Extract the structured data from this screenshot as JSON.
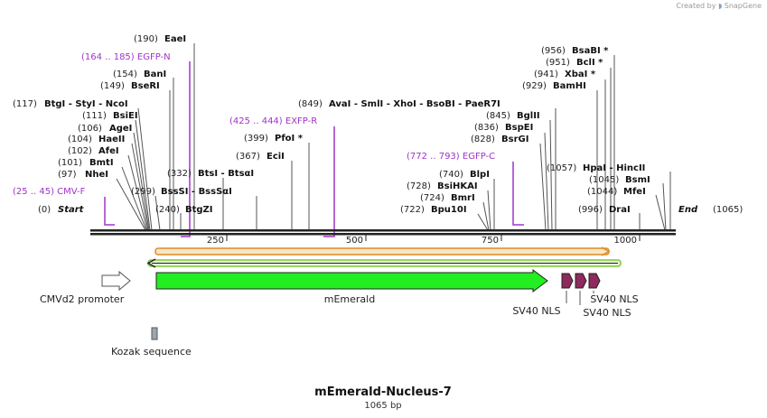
{
  "brand": {
    "prefix": "Created by",
    "name": "SnapGene"
  },
  "plasmid": {
    "name": "mEmerald-Nucleus-7",
    "length_label": "1065 bp",
    "length": 1065
  },
  "scale": {
    "ticks": [
      250,
      500,
      750,
      1000
    ]
  },
  "ends": {
    "start": {
      "pos": "(0)",
      "name": "Start"
    },
    "end": {
      "pos": "(1065)",
      "name": "End"
    }
  },
  "sites": [
    {
      "pos": "(190)",
      "name": "EaeI"
    },
    {
      "pos": "(154)",
      "name": "BanI"
    },
    {
      "pos": "(149)",
      "name": "BseRI"
    },
    {
      "pos": "(117)",
      "name": "BtgI  -  StyI  -  NcoI"
    },
    {
      "pos": "(111)",
      "name": "BsiEI"
    },
    {
      "pos": "(106)",
      "name": "AgeI"
    },
    {
      "pos": "(104)",
      "name": "HaeII"
    },
    {
      "pos": "(102)",
      "name": "AfeI"
    },
    {
      "pos": "(101)",
      "name": "BmtI"
    },
    {
      "pos": "(97)",
      "name": "NheI"
    },
    {
      "pos": "(299)",
      "name": "BssSI  -  BssSαI"
    },
    {
      "pos": "(240)",
      "name": "BtgZI"
    },
    {
      "pos": "(332)",
      "name": "BtsI  -  BtsαI"
    },
    {
      "pos": "(399)",
      "name": "PfoI *"
    },
    {
      "pos": "(367)",
      "name": "EciI"
    },
    {
      "pos": "(849)",
      "name": "AvaI  -  SmlI  -  XhoI  -  BsoBI  -  PaeR7I"
    },
    {
      "pos": "(845)",
      "name": "BglII"
    },
    {
      "pos": "(836)",
      "name": "BspEI"
    },
    {
      "pos": "(828)",
      "name": "BsrGI"
    },
    {
      "pos": "(740)",
      "name": "BlpI"
    },
    {
      "pos": "(728)",
      "name": "BsiHKAI"
    },
    {
      "pos": "(724)",
      "name": "BmrI"
    },
    {
      "pos": "(722)",
      "name": "Bpu10I"
    },
    {
      "pos": "(956)",
      "name": "BsaBI *"
    },
    {
      "pos": "(951)",
      "name": "BclI *"
    },
    {
      "pos": "(941)",
      "name": "XbaI *"
    },
    {
      "pos": "(929)",
      "name": "BamHI"
    },
    {
      "pos": "(1057)",
      "name": "HpaI  -  HincII"
    },
    {
      "pos": "(1045)",
      "name": "BsmI"
    },
    {
      "pos": "(1044)",
      "name": "MfeI"
    },
    {
      "pos": "(996)",
      "name": "DraI"
    }
  ],
  "primers": [
    {
      "label": "(164 .. 185)  EGFP-N"
    },
    {
      "label": "(425 .. 444)  EXFP-R"
    },
    {
      "label": "(772 .. 793)  EGFP-C"
    },
    {
      "label": "(25 .. 45)  CMV-F"
    }
  ],
  "features": [
    {
      "name": "CMVd2 promoter",
      "color": "#ffffff"
    },
    {
      "name": "mEmerald",
      "color": "#22ee22"
    },
    {
      "name": "SV40 NLS",
      "color": "#8e2a5c"
    },
    {
      "name": "SV40 NLS",
      "color": "#8e2a5c"
    },
    {
      "name": "SV40 NLS",
      "color": "#8e2a5c"
    },
    {
      "name": "Kozak sequence",
      "color": "#9aa6b4"
    }
  ],
  "colors": {
    "primer": "#a033c8",
    "orf_fill": "#f5e6c8",
    "orf_stroke": "#e08a1e",
    "orf2_fill": "#e6f5d8",
    "orf2_stroke": "#7cc83a"
  }
}
